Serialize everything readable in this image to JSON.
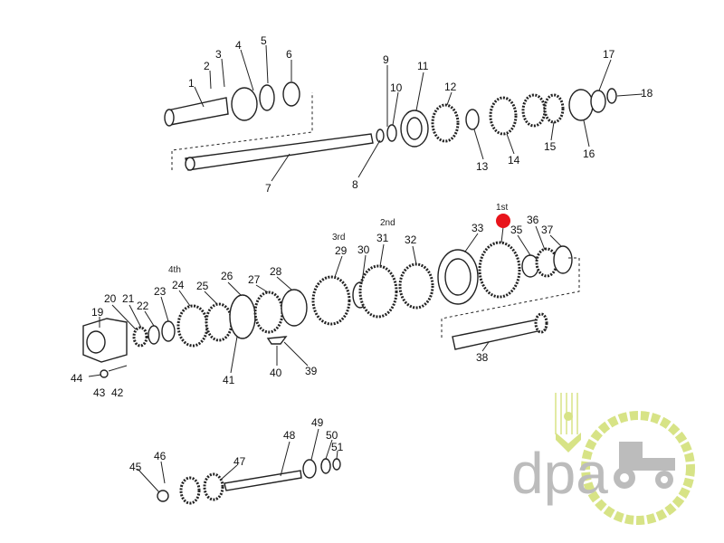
{
  "labels": {
    "1": "1",
    "2": "2",
    "3": "3",
    "4": "4",
    "5": "5",
    "6": "6",
    "7": "7",
    "8": "8",
    "9": "9",
    "10": "10",
    "11": "11",
    "12": "12",
    "13": "13",
    "14": "14",
    "15": "15",
    "16": "16",
    "17": "17",
    "18": "18",
    "19": "19",
    "20": "20",
    "21": "21",
    "22": "22",
    "23": "23",
    "24": "24",
    "25": "25",
    "26": "26",
    "27": "27",
    "28": "28",
    "29": "29",
    "30": "30",
    "31": "31",
    "32": "32",
    "33": "33",
    "35": "35",
    "36": "36",
    "37": "37",
    "38": "38",
    "39": "39",
    "40": "40",
    "41": "41",
    "42": "42",
    "43": "43",
    "44": "44",
    "45": "45",
    "46": "46",
    "47": "47",
    "48": "48",
    "49": "49",
    "50": "50",
    "51": "51"
  },
  "gear_ratios": {
    "first": "1st",
    "second": "2nd",
    "third": "3rd",
    "fourth": "4th"
  },
  "highlight_color": "#e8141b",
  "logo": {
    "text": "dpa",
    "gray": "#b5b5b5",
    "green": "#d3e07a"
  }
}
